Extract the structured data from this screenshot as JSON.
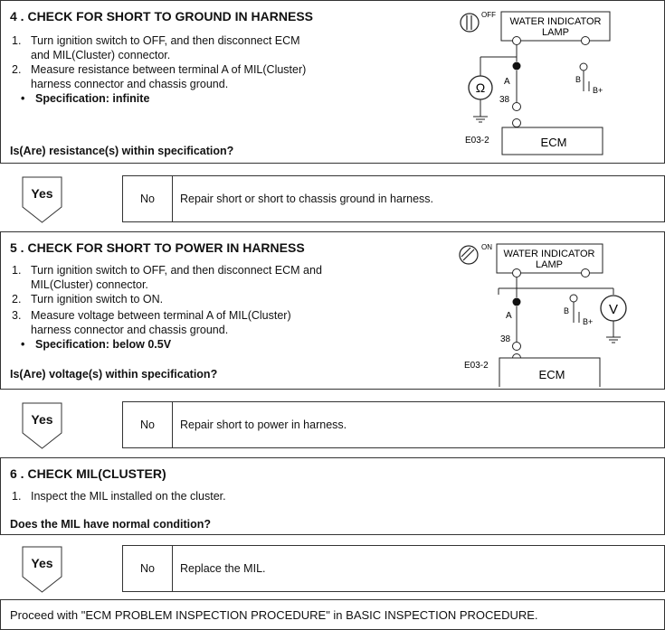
{
  "section4": {
    "title": "4 . CHECK FOR SHORT TO GROUND IN HARNESS",
    "steps": [
      {
        "num": "1.",
        "lines": [
          "Turn ignition switch to OFF, and then disconnect ECM",
          "and MIL(Cluster) connector."
        ]
      },
      {
        "num": "2.",
        "lines": [
          "Measure resistance between terminal A of MIL(Cluster)",
          "harness connector and chassis ground."
        ]
      }
    ],
    "spec": "Specification: infinite",
    "question": "Is(Are) resistance(s) within specification?",
    "yes": "Yes",
    "no": "No",
    "action": "Repair short or short to chassis ground in harness.",
    "diagram": {
      "switch_state": "OFF",
      "lamp_line1": "WATER INDICATOR",
      "lamp_line2": "LAMP",
      "terminal_a": "A",
      "pin": "38",
      "b": "B",
      "bplus": "B+",
      "connector": "E03-2",
      "ecm": "ECM",
      "meter": "Ω"
    }
  },
  "section5": {
    "title": "5 . CHECK FOR SHORT TO POWER IN HARNESS",
    "steps": [
      {
        "num": "1.",
        "lines": [
          "Turn ignition switch to OFF, and then disconnect ECM and",
          "MIL(Cluster) connector."
        ]
      },
      {
        "num": "2.",
        "lines": [
          "Turn ignition switch to ON."
        ]
      },
      {
        "num": "3.",
        "lines": [
          "Measure voltage between terminal A of MIL(Cluster)",
          "harness connector and chassis ground."
        ]
      }
    ],
    "spec": "Specification: below 0.5V",
    "question": "Is(Are) voltage(s) within specification?",
    "yes": "Yes",
    "no": "No",
    "action": "Repair short to power in harness.",
    "diagram": {
      "switch_state": "ON",
      "lamp_line1": "WATER INDICATOR",
      "lamp_line2": "LAMP",
      "terminal_a": "A",
      "pin": "38",
      "b": "B",
      "bplus": "B+",
      "connector": "E03-2",
      "ecm": "ECM",
      "meter": "V"
    }
  },
  "section6": {
    "title": "6 . CHECK MIL(CLUSTER)",
    "steps": [
      {
        "num": "1.",
        "lines": [
          "Inspect the MIL installed on the cluster."
        ]
      }
    ],
    "question": "Does the MIL have normal condition?",
    "yes": "Yes",
    "no": "No",
    "action": "Replace the MIL."
  },
  "final": "Proceed with \"ECM PROBLEM INSPECTION PROCEDURE\" in BASIC INSPECTION PROCEDURE."
}
